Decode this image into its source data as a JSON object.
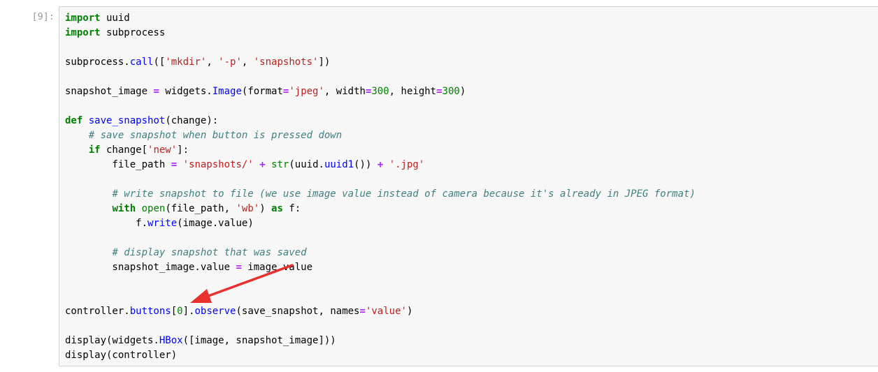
{
  "cell": {
    "prompt": "[9]:",
    "lines": [
      [
        {
          "t": "kw",
          "v": "import"
        },
        {
          "t": "",
          "v": " uuid"
        }
      ],
      [
        {
          "t": "kw",
          "v": "import"
        },
        {
          "t": "",
          "v": " subprocess"
        }
      ],
      [],
      [
        {
          "t": "",
          "v": "subprocess."
        },
        {
          "t": "fn",
          "v": "call"
        },
        {
          "t": "",
          "v": "(["
        },
        {
          "t": "str",
          "v": "'mkdir'"
        },
        {
          "t": "",
          "v": ", "
        },
        {
          "t": "str",
          "v": "'-p'"
        },
        {
          "t": "",
          "v": ", "
        },
        {
          "t": "str",
          "v": "'snapshots'"
        },
        {
          "t": "",
          "v": "])"
        }
      ],
      [],
      [
        {
          "t": "",
          "v": "snapshot_image "
        },
        {
          "t": "op",
          "v": "="
        },
        {
          "t": "",
          "v": " widgets."
        },
        {
          "t": "fn",
          "v": "Image"
        },
        {
          "t": "",
          "v": "(format"
        },
        {
          "t": "op",
          "v": "="
        },
        {
          "t": "str",
          "v": "'jpeg'"
        },
        {
          "t": "",
          "v": ", width"
        },
        {
          "t": "op",
          "v": "="
        },
        {
          "t": "num",
          "v": "300"
        },
        {
          "t": "",
          "v": ", height"
        },
        {
          "t": "op",
          "v": "="
        },
        {
          "t": "num",
          "v": "300"
        },
        {
          "t": "",
          "v": ")"
        }
      ],
      [],
      [
        {
          "t": "kw",
          "v": "def"
        },
        {
          "t": "",
          "v": " "
        },
        {
          "t": "fn",
          "v": "save_snapshot"
        },
        {
          "t": "",
          "v": "(change):"
        }
      ],
      [
        {
          "t": "",
          "v": "    "
        },
        {
          "t": "com",
          "v": "# save snapshot when button is pressed down"
        }
      ],
      [
        {
          "t": "",
          "v": "    "
        },
        {
          "t": "kw",
          "v": "if"
        },
        {
          "t": "",
          "v": " change["
        },
        {
          "t": "str",
          "v": "'new'"
        },
        {
          "t": "",
          "v": "]:"
        }
      ],
      [
        {
          "t": "",
          "v": "        file_path "
        },
        {
          "t": "op",
          "v": "="
        },
        {
          "t": "",
          "v": " "
        },
        {
          "t": "str",
          "v": "'snapshots/'"
        },
        {
          "t": "",
          "v": " "
        },
        {
          "t": "op",
          "v": "+"
        },
        {
          "t": "",
          "v": " "
        },
        {
          "t": "num",
          "v": "str"
        },
        {
          "t": "",
          "v": "(uuid."
        },
        {
          "t": "fn",
          "v": "uuid1"
        },
        {
          "t": "",
          "v": "()) "
        },
        {
          "t": "op",
          "v": "+"
        },
        {
          "t": "",
          "v": " "
        },
        {
          "t": "str",
          "v": "'.jpg'"
        }
      ],
      [],
      [
        {
          "t": "",
          "v": "        "
        },
        {
          "t": "com",
          "v": "# write snapshot to file (we use image value instead of camera because it's already in JPEG format)"
        }
      ],
      [
        {
          "t": "",
          "v": "        "
        },
        {
          "t": "kw",
          "v": "with"
        },
        {
          "t": "",
          "v": " "
        },
        {
          "t": "num",
          "v": "open"
        },
        {
          "t": "",
          "v": "(file_path, "
        },
        {
          "t": "str",
          "v": "'wb'"
        },
        {
          "t": "",
          "v": ") "
        },
        {
          "t": "kw",
          "v": "as"
        },
        {
          "t": "",
          "v": " f:"
        }
      ],
      [
        {
          "t": "",
          "v": "            f."
        },
        {
          "t": "fn",
          "v": "write"
        },
        {
          "t": "",
          "v": "(image.value)"
        }
      ],
      [],
      [
        {
          "t": "",
          "v": "        "
        },
        {
          "t": "com",
          "v": "# display snapshot that was saved"
        }
      ],
      [
        {
          "t": "",
          "v": "        snapshot_image.value "
        },
        {
          "t": "op",
          "v": "="
        },
        {
          "t": "",
          "v": " image.value"
        }
      ],
      [],
      [],
      [
        {
          "t": "",
          "v": "controller."
        },
        {
          "t": "fn",
          "v": "buttons"
        },
        {
          "t": "",
          "v": "["
        },
        {
          "t": "num",
          "v": "0"
        },
        {
          "t": "",
          "v": "]."
        },
        {
          "t": "fn",
          "v": "observe"
        },
        {
          "t": "",
          "v": "(save_snapshot, names"
        },
        {
          "t": "op",
          "v": "="
        },
        {
          "t": "str",
          "v": "'value'"
        },
        {
          "t": "",
          "v": ")"
        }
      ],
      [],
      [
        {
          "t": "",
          "v": "display(widgets."
        },
        {
          "t": "fn",
          "v": "HBox"
        },
        {
          "t": "",
          "v": "([image, snapshot_image]))"
        }
      ],
      [
        {
          "t": "",
          "v": "display(controller)"
        }
      ]
    ]
  },
  "colors": {
    "keyword": "#008000",
    "string": "#ba2121",
    "operator": "#aa22ff",
    "function": "#0000ff",
    "comment": "#408080",
    "annotation_arrow": "#e8312f"
  },
  "annotation": {
    "icon": "red-arrow-icon"
  }
}
